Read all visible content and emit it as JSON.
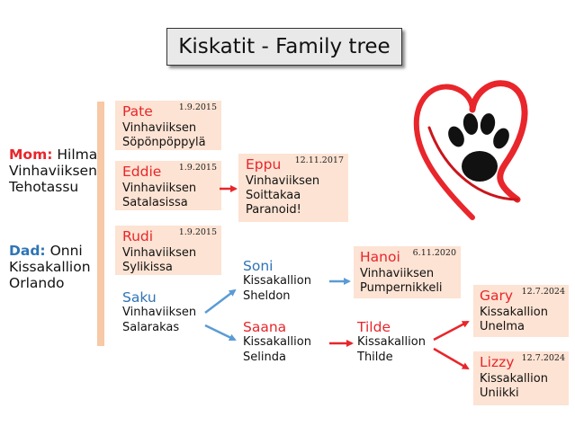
{
  "title": "Kiskatit - Family tree",
  "parents": {
    "mom": {
      "role": "Mom:",
      "name": "Hilma",
      "lines": [
        "Vinhaviiksen",
        "Tehotassu"
      ]
    },
    "dad": {
      "role": "Dad:",
      "name": "Onni",
      "lines": [
        "Kissakallion",
        "Orlando"
      ]
    }
  },
  "cats": {
    "pate": {
      "name": "Pate",
      "date": "1.9.2015",
      "lines": [
        "Vinhaviiksen",
        "Söpönpöppylä"
      ]
    },
    "eddie": {
      "name": "Eddie",
      "date": "1.9.2015",
      "lines": [
        "Vinhaviiksen",
        "Satalasissa"
      ]
    },
    "rudi": {
      "name": "Rudi",
      "date": "1.9.2015",
      "lines": [
        "Vinhaviiksen",
        "Sylikissa"
      ]
    },
    "saku": {
      "name": "Saku",
      "lines": [
        "Vinhaviiksen",
        "Salarakas"
      ]
    },
    "eppu": {
      "name": "Eppu",
      "date": "12.11.2017",
      "lines": [
        "Vinhaviiksen",
        "Soittakaa",
        "Paranoid!"
      ]
    },
    "soni": {
      "name": "Soni",
      "lines": [
        "Kissakallion",
        "Sheldon"
      ]
    },
    "saana": {
      "name": "Saana",
      "lines": [
        "Kissakallion",
        "Selinda"
      ]
    },
    "hanoi": {
      "name": "Hanoi",
      "date": "6.11.2020",
      "lines": [
        "Vinhaviiksen",
        "Pumpernikkeli"
      ]
    },
    "tilde": {
      "name": "Tilde",
      "lines": [
        "Kissakallion",
        "Thilde"
      ]
    },
    "gary": {
      "name": "Gary",
      "date": "12.7.2024",
      "lines": [
        "Kissakallion",
        "Unelma"
      ]
    },
    "lizzy": {
      "name": "Lizzy",
      "date": "12.7.2024",
      "lines": [
        "Kissakallion",
        "Uniikki"
      ]
    }
  },
  "colors": {
    "red": "#e8262b",
    "blue": "#2e74b5",
    "card": "#fde3d3",
    "bar": "#f7c9a6"
  },
  "icons": {
    "logo": "heart-paw-icon"
  }
}
